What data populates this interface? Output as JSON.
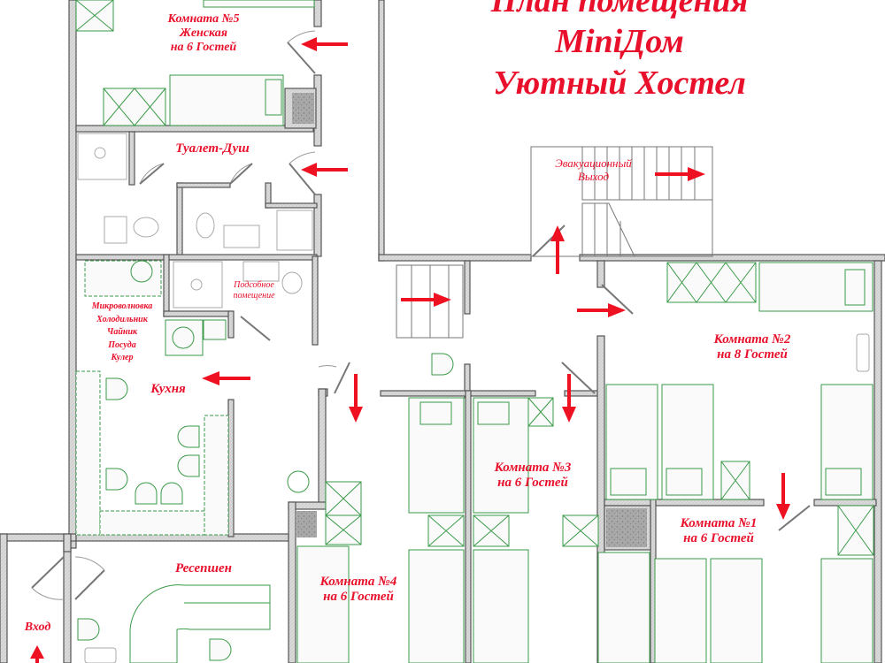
{
  "title": {
    "lines": [
      "План помещения",
      "MiniДом",
      "Уютный Хостел"
    ]
  },
  "rooms": {
    "room5": {
      "lines": [
        "Комната №5",
        "Женская",
        "на 6 Гостей"
      ],
      "guests": 6
    },
    "toilet_shower": {
      "lines": [
        "Туалет-Душ"
      ]
    },
    "utility": {
      "lines": [
        "Подсобное",
        "помещение"
      ]
    },
    "kitchen_amenities": {
      "lines": [
        "Микроволновка",
        "Холодильник",
        "Чайник",
        "Посуда",
        "Кулер"
      ]
    },
    "kitchen": {
      "lines": [
        "Кухня"
      ]
    },
    "reception": {
      "lines": [
        "Ресепшен"
      ]
    },
    "entrance": {
      "lines": [
        "Вход"
      ]
    },
    "emergency_exit": {
      "lines": [
        "Эвакуационный",
        "Выход"
      ]
    },
    "room2": {
      "lines": [
        "Комната №2",
        "на 8 Гостей"
      ],
      "guests": 8
    },
    "room3": {
      "lines": [
        "Комната №3",
        "на 6 Гостей"
      ],
      "guests": 6
    },
    "room4": {
      "lines": [
        "Комната №4",
        "на 6 Гостей"
      ],
      "guests": 6
    },
    "room1": {
      "lines": [
        "Комната №1",
        "на 6 Гостей"
      ],
      "guests": 6
    }
  },
  "colors": {
    "wall": "#555555",
    "wall_fill": "#d8d8d8",
    "furniture": "#3a9a48",
    "label": "#e8102a",
    "arrow": "#ee1122",
    "fixture": "#9a9a9a"
  }
}
